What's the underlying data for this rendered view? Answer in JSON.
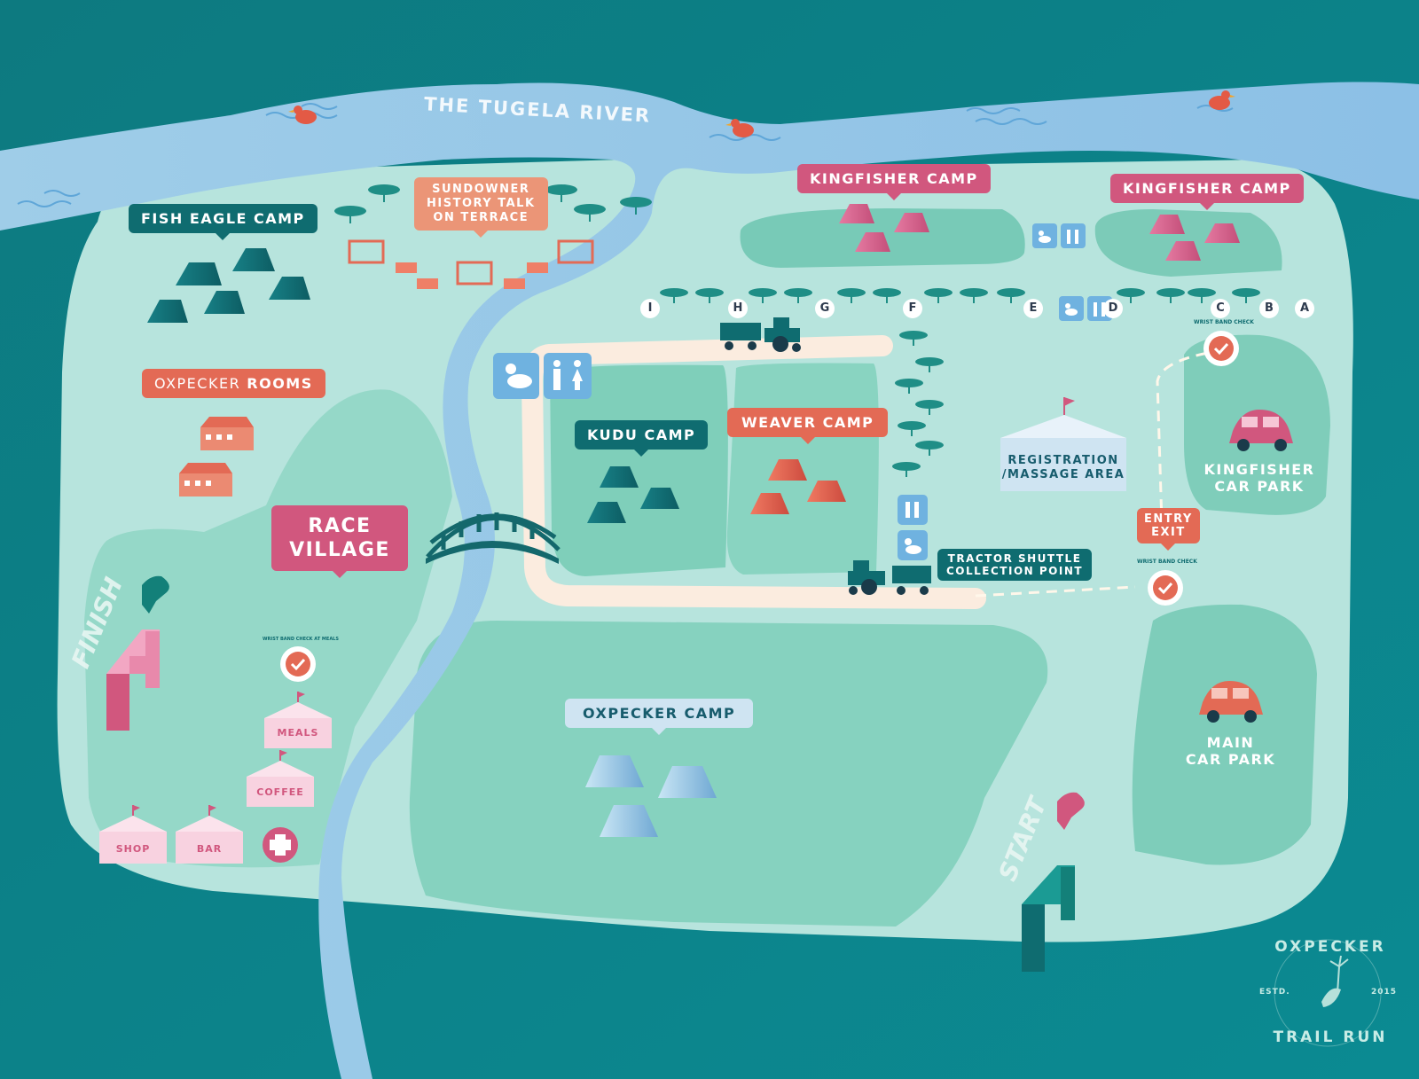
{
  "map": {
    "river_label": "THE TUGELA RIVER",
    "labels": {
      "fish_eagle_camp": "FISH EAGLE CAMP",
      "sundowner_1": "SUNDOWNER",
      "sundowner_2": "HISTORY TALK",
      "sundowner_3": "ON TERRACE",
      "kingfisher_camp_left": "KINGFISHER CAMP",
      "kingfisher_camp_right": "KINGFISHER CAMP",
      "oxpecker_rooms_a": "OXPECKER",
      "oxpecker_rooms_b": "ROOMS",
      "race_village_1": "RACE",
      "race_village_2": "VILLAGE",
      "kudu_camp": "KUDU CAMP",
      "weaver_camp": "WEAVER CAMP",
      "registration_1": "REGISTRATION",
      "registration_2": "/MASSAGE AREA",
      "kingfisher_car_park_1": "KINGFISHER",
      "kingfisher_car_park_2": "CAR PARK",
      "entry_exit_1": "ENTRY",
      "entry_exit_2": "EXIT",
      "tractor_shuttle_1": "TRACTOR SHUTTLE",
      "tractor_shuttle_2": "COLLECTION POINT",
      "oxpecker_camp": "OXPECKER CAMP",
      "main_car_park_1": "MAIN",
      "main_car_park_2": "CAR PARK",
      "finish": "FINISH",
      "start": "START",
      "meals": "MEALS",
      "coffee": "COFFEE",
      "shop": "SHOP",
      "bar": "BAR",
      "wristband_check": "WRIST BAND CHECK",
      "wristband_check_meals": "WRIST BAND CHECK AT MEALS"
    },
    "rows": [
      "I",
      "H",
      "G",
      "F",
      "E",
      "D",
      "C",
      "B",
      "A"
    ],
    "logo": {
      "top": "OXPECKER",
      "bottom": "TRAIL RUN",
      "left": "ESTD.",
      "right": "2015"
    }
  }
}
